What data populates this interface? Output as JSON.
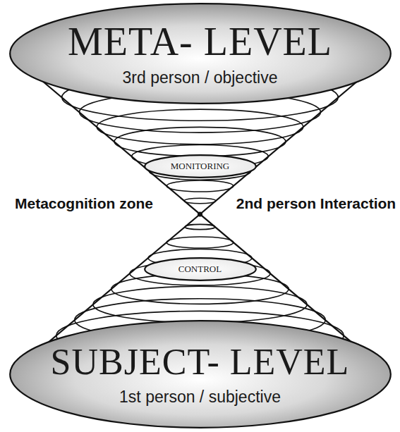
{
  "diagram": {
    "nodes": [
      {
        "text": [
          "META- LEVEL",
          "3rd person / objective"
        ]
      },
      {
        "text": [
          "MONITORING"
        ]
      },
      {
        "text": [
          "CONTROL"
        ]
      },
      {
        "text": [
          "SUBJECT- LEVEL",
          "1st person / subjective"
        ]
      }
    ],
    "labels": [
      "Metacognition zone",
      "2nd person Interaction"
    ]
  }
}
